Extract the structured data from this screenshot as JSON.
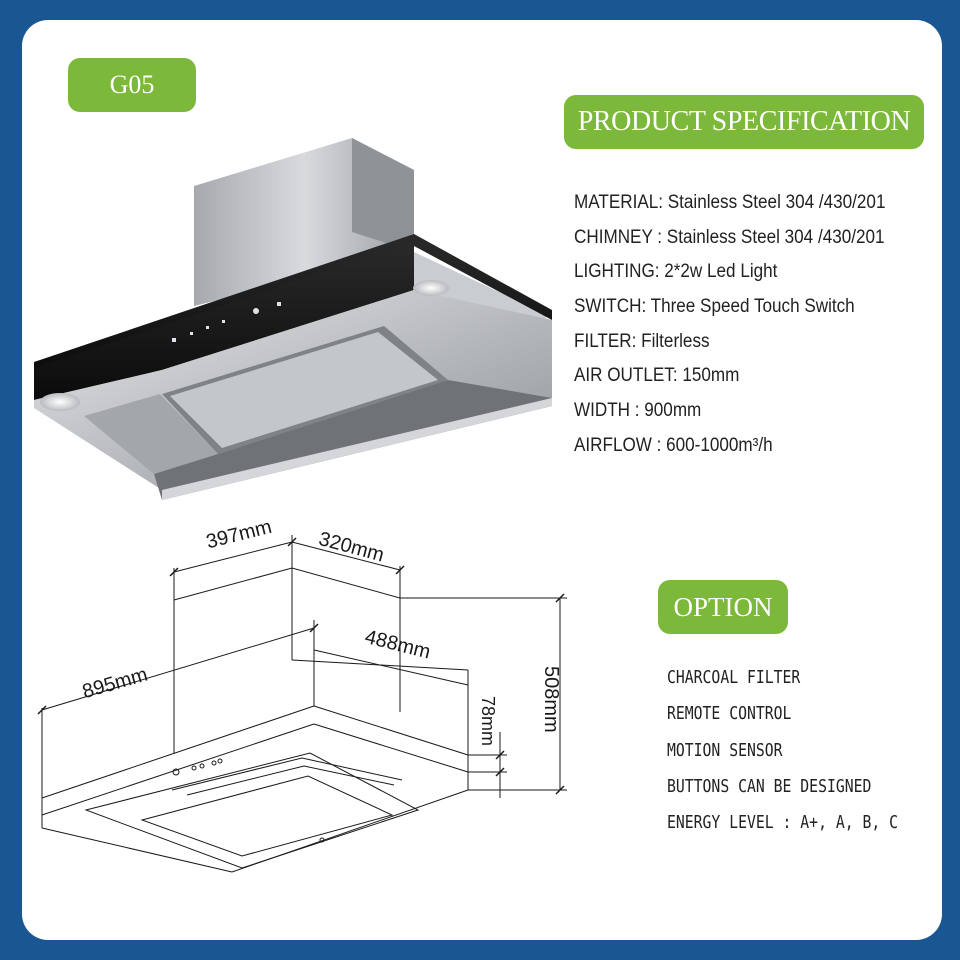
{
  "model_label": "G05",
  "spec_title": "PRODUCT SPECIFICATION",
  "specs": [
    "MATERIAL: Stainless Steel 304 /430/201",
    "CHIMNEY : Stainless Steel 304 /430/201",
    "LIGHTING:  2*2w Led Light",
    "SWITCH: Three Speed Touch Switch",
    "FILTER:  Filterless",
    "AIR OUTLET: 150mm",
    "WIDTH : 900mm",
    "AIRFLOW : 600-1000m³/h"
  ],
  "option_title": "OPTION",
  "options": [
    "CHARCOAL FILTER",
    "REMOTE CONTROL",
    "MOTION SENSOR",
    "BUTTONS CAN BE DESIGNED",
    "ENERGY LEVEL : A+, A, B, C"
  ],
  "dimensions": {
    "chimney_width": "397mm",
    "chimney_depth": "320mm",
    "hood_depth": "488mm",
    "total_width": "895mm",
    "hood_height": "78mm",
    "total_height": "508mm"
  },
  "colors": {
    "background": "#1a5792",
    "accent_green": "#7cb83a",
    "card": "#ffffff"
  }
}
